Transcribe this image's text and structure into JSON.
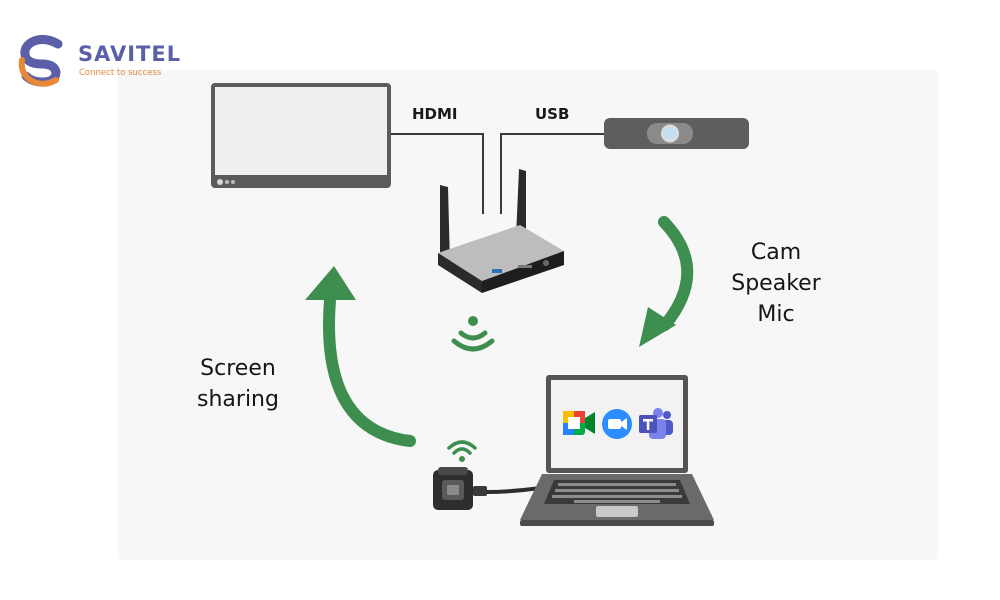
{
  "brand": {
    "name": "SAVITEL",
    "tagline": "Connect to success",
    "colors": {
      "blue": "#5a5fa8",
      "orange": "#e8893a"
    }
  },
  "diagram": {
    "connection_labels": {
      "hdmi": "HDMI",
      "usb": "USB"
    },
    "flow_labels": {
      "peripherals": [
        "Cam",
        "Speaker",
        "Mic"
      ],
      "screen_sharing": [
        "Screen",
        "sharing"
      ]
    },
    "devices": [
      "display-monitor",
      "wireless-base-unit",
      "usb-conference-camera",
      "laptop",
      "usb-wireless-dongle"
    ],
    "laptop_apps": [
      "google-meet-icon",
      "zoom-icon",
      "microsoft-teams-icon"
    ],
    "colors": {
      "arrow": "#3e8f4f",
      "device_gray": "#5a5a5a",
      "line": "#3a3a3a"
    }
  }
}
